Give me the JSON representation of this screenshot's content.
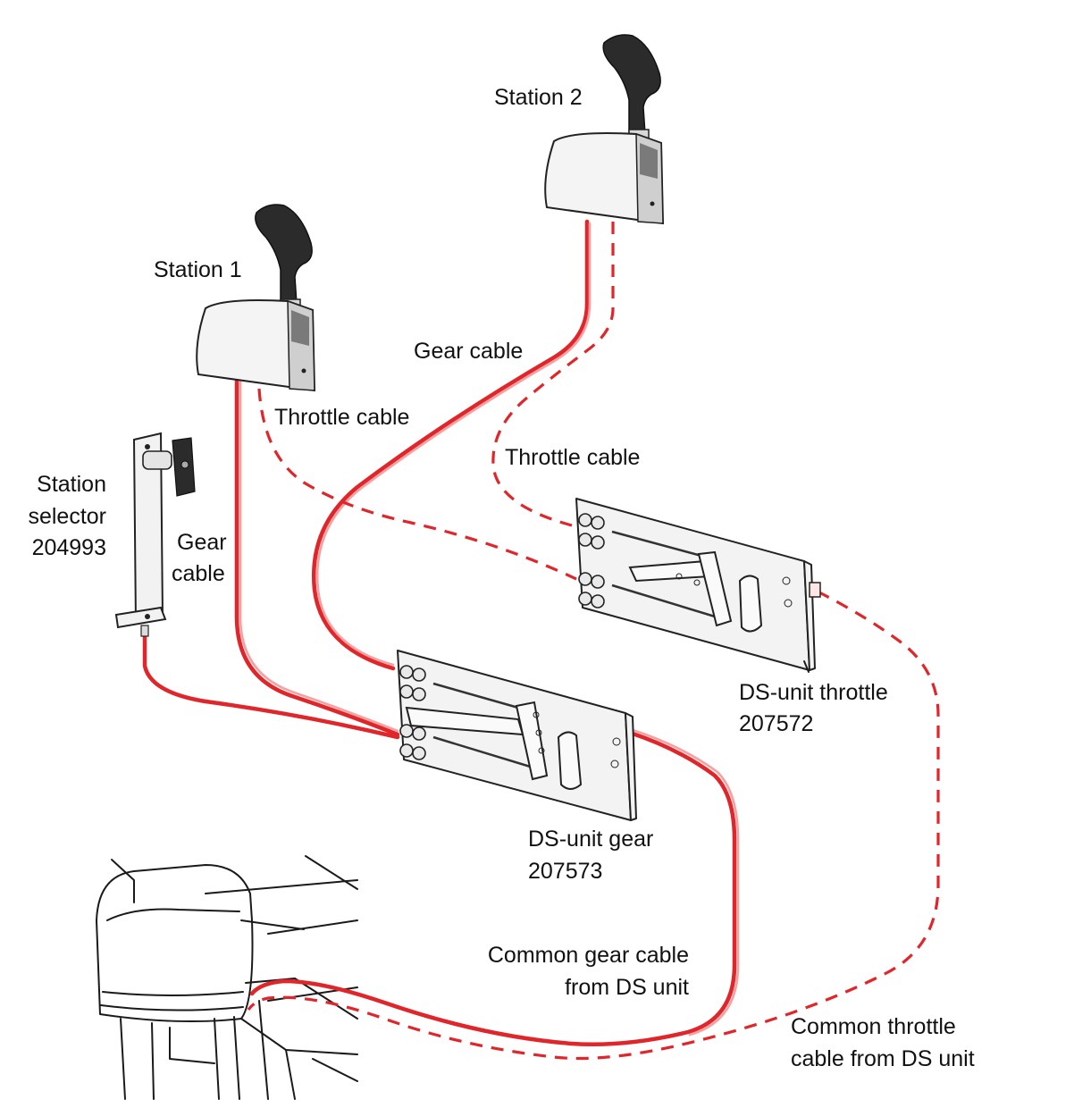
{
  "colors": {
    "cable": "#e0262a",
    "cable_highlight": "#f6a0a0",
    "lever_handle": "#2b2b2b",
    "control_housing": "#f4f4f4"
  },
  "labels": {
    "station_2": "Station 2",
    "station_1": "Station 1",
    "gear_cable_station2": "Gear cable",
    "throttle_cable_station1": "Throttle cable",
    "throttle_cable_station2": "Throttle cable",
    "station_selector_line1": "Station",
    "station_selector_line2": "selector",
    "station_selector_line3": "204993",
    "gear_cable_station1_line1": "Gear",
    "gear_cable_station1_line2": "cable",
    "ds_unit_throttle_line1": "DS-unit throttle",
    "ds_unit_throttle_line2": "207572",
    "ds_unit_gear_line1": "DS-unit gear",
    "ds_unit_gear_line2": "207573",
    "common_gear_line1": "Common gear cable",
    "common_gear_line2": "from DS unit",
    "common_throttle_line1": "Common throttle",
    "common_throttle_line2": "cable from DS unit"
  },
  "icons": {
    "control_lever": "single-lever-control-icon",
    "ds_unit": "dual-station-unit-icon",
    "station_selector": "station-selector-icon",
    "engine": "outboard-engine-icon"
  }
}
